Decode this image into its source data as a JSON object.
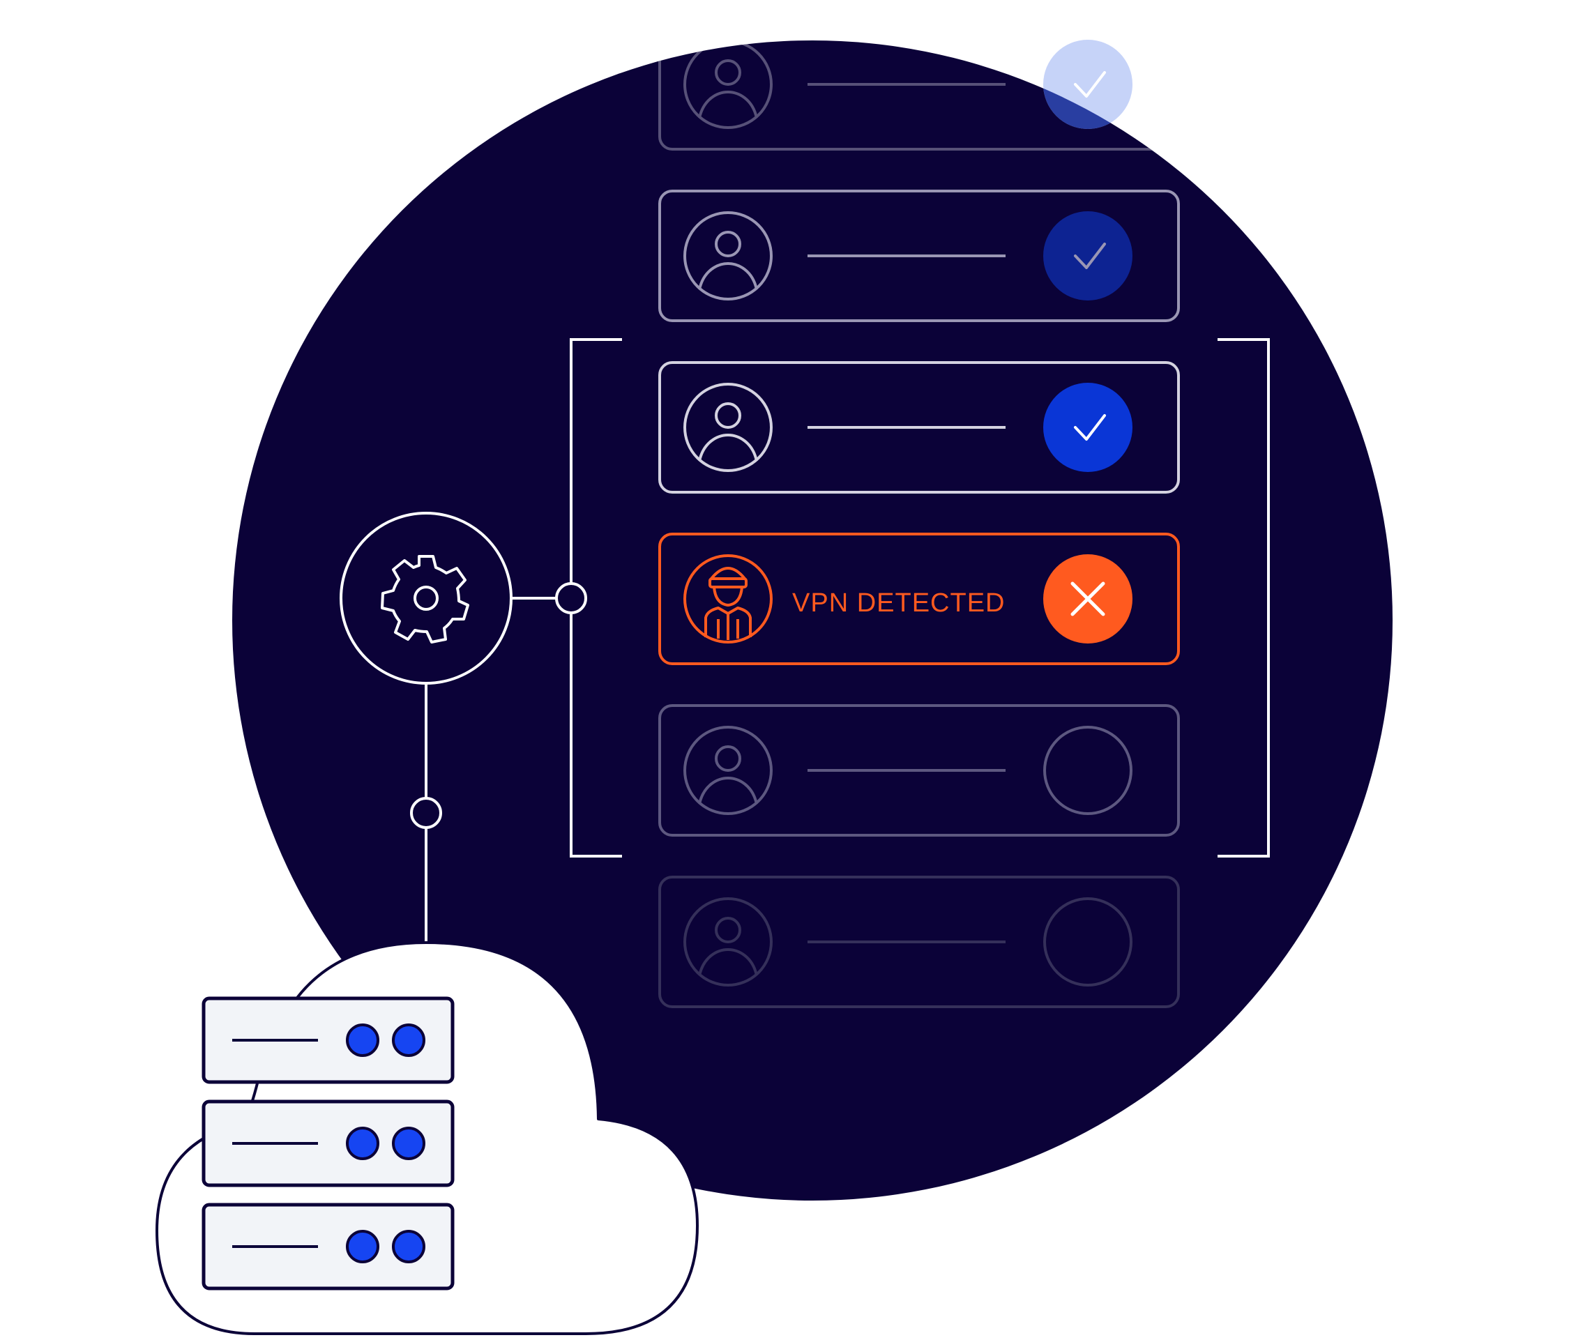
{
  "colors": {
    "background": "#ffffff",
    "circle": "#0b0238",
    "outline": "#e6e4ef",
    "alert": "#ff5a1f",
    "check_active": "#0a36d6",
    "check_dim": "#0d2392",
    "check_faded": "#c6d3f8",
    "server_fill": "#f2f4f8",
    "server_dot": "#1645f2",
    "cloud_stroke": "#0b0238"
  },
  "users": [
    {
      "state": "verified",
      "opacity": 0.35,
      "icon": "user-icon",
      "status_icon": "check-icon"
    },
    {
      "state": "verified",
      "opacity": 0.55,
      "icon": "user-icon",
      "status_icon": "check-icon"
    },
    {
      "state": "verified",
      "opacity": 0.85,
      "icon": "user-icon",
      "status_icon": "check-icon"
    },
    {
      "state": "blocked",
      "label": "VPN DETECTED",
      "icon": "masked-user-icon",
      "status_icon": "close-icon"
    },
    {
      "state": "pending",
      "opacity": 0.35,
      "icon": "user-icon",
      "status_icon": "empty-circle-icon"
    },
    {
      "state": "pending",
      "opacity": 0.2,
      "icon": "user-icon",
      "status_icon": "empty-circle-icon"
    }
  ],
  "engine": {
    "icon": "gear-icon"
  },
  "servers": {
    "count": 3,
    "icon": "server-icon"
  },
  "cloud": {
    "icon": "cloud-icon"
  }
}
